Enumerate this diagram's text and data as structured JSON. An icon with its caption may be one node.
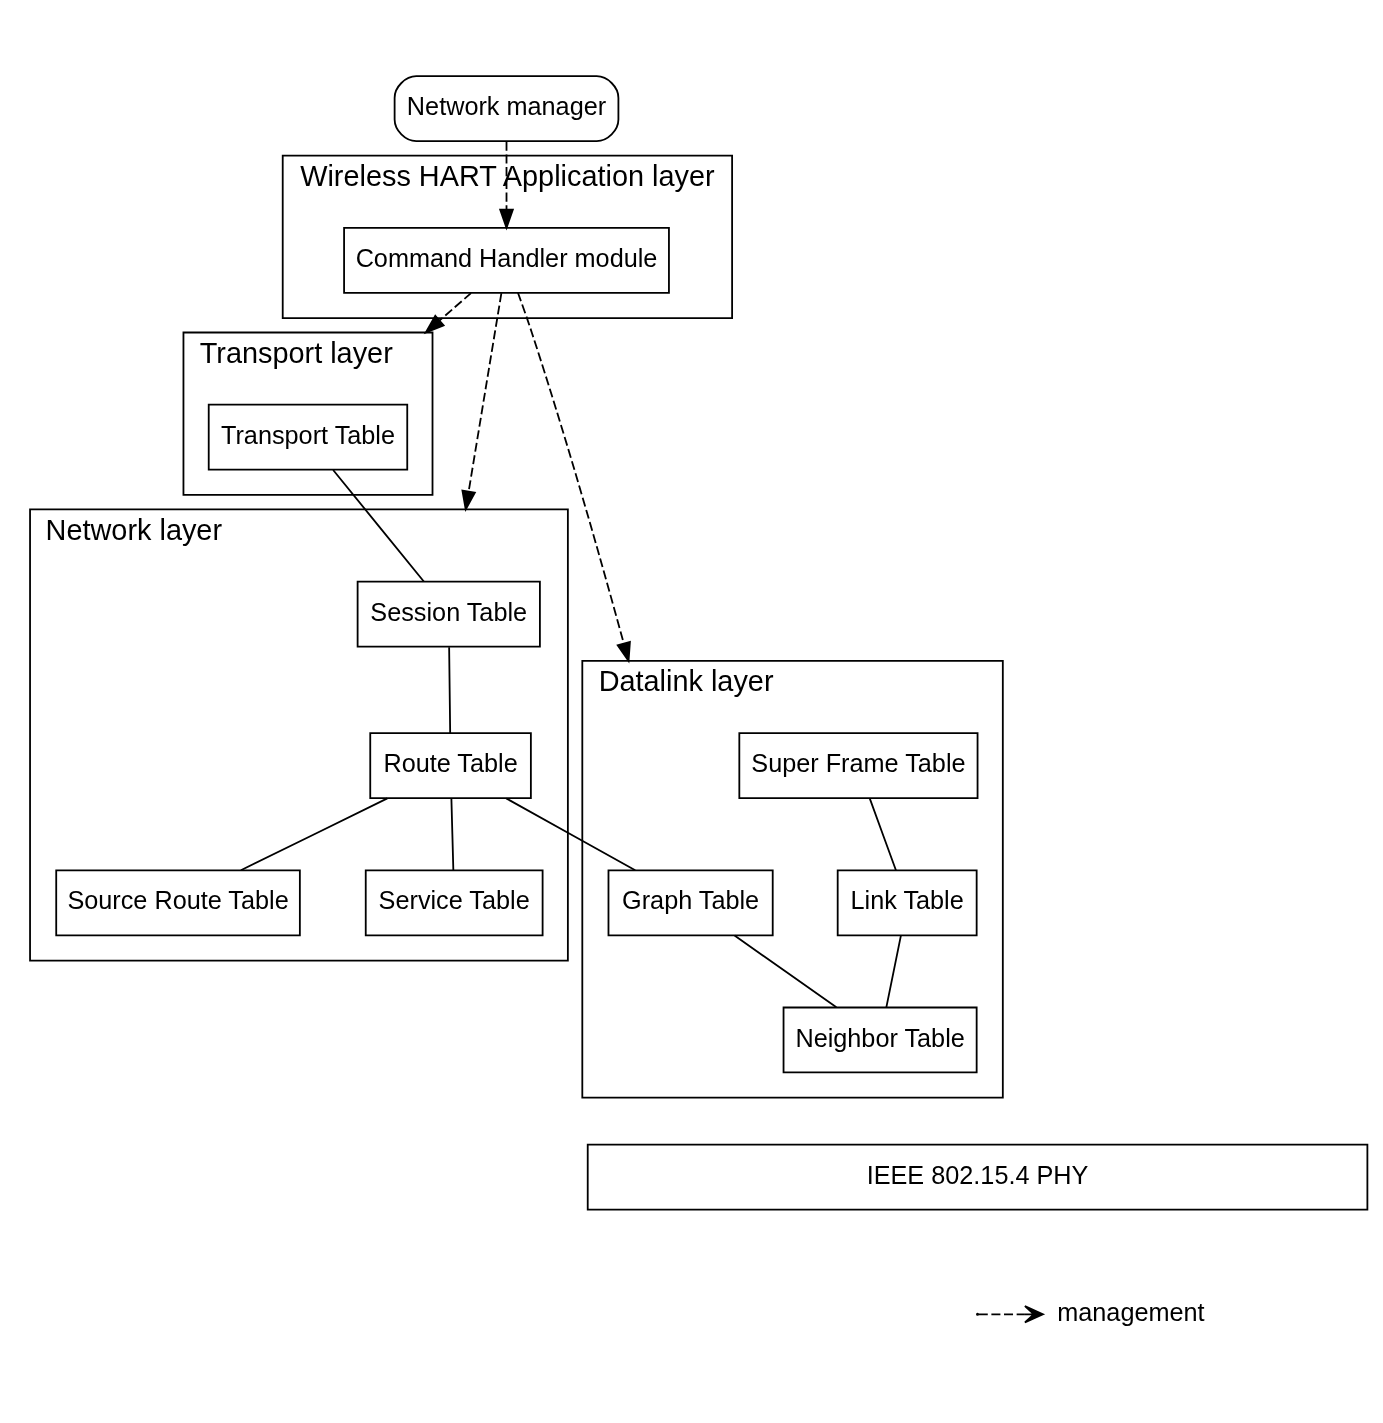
{
  "diagram": {
    "nodes": [
      {
        "text": [
          "Network manager"
        ]
      },
      {
        "text": [
          "Wireless HART Application layer"
        ]
      },
      {
        "text": [
          "Command Handler module"
        ],
        "in": 1
      },
      {
        "text": [
          "Transport layer"
        ]
      },
      {
        "text": [
          "Transport Table"
        ],
        "in": 3
      },
      {
        "text": [
          "Network layer"
        ]
      },
      {
        "text": [
          "Session Table"
        ],
        "in": 5
      },
      {
        "text": [
          "Route Table"
        ],
        "in": 5
      },
      {
        "text": [
          "Source Route Table"
        ],
        "in": 5
      },
      {
        "text": [
          "Service Table"
        ],
        "in": 5
      },
      {
        "text": [
          "Datalink layer"
        ]
      },
      {
        "text": [
          "Graph Table"
        ],
        "in": 10
      },
      {
        "text": [
          "Super Frame Table"
        ],
        "in": 10
      },
      {
        "text": [
          "Link Table"
        ],
        "in": 10
      },
      {
        "text": [
          "Neighbor Table"
        ],
        "in": 10
      },
      {
        "text": [
          "IEEE 802.15.4 PHY"
        ]
      }
    ],
    "edges": [
      {
        "from": 0,
        "to": 2,
        "arrow": "to",
        "style": "dashed"
      },
      {
        "from": 2,
        "to": 3,
        "arrow": "to",
        "style": "dashed"
      },
      {
        "from": 2,
        "to": 5,
        "arrow": "to",
        "style": "dashed"
      },
      {
        "from": 2,
        "to": 10,
        "arrow": "to",
        "style": "dashed"
      },
      {
        "from": 4,
        "to": 6,
        "arrow": "none"
      },
      {
        "from": 6,
        "to": 7,
        "arrow": "none"
      },
      {
        "from": 7,
        "to": 8,
        "arrow": "none"
      },
      {
        "from": 7,
        "to": 9,
        "arrow": "none"
      },
      {
        "from": 7,
        "to": 11,
        "arrow": "none"
      },
      {
        "from": 11,
        "to": 14,
        "arrow": "none"
      },
      {
        "from": 12,
        "to": 13,
        "arrow": "none"
      },
      {
        "from": 13,
        "to": 14,
        "arrow": "none"
      }
    ],
    "legend": [
      {
        "text": "management"
      }
    ]
  }
}
